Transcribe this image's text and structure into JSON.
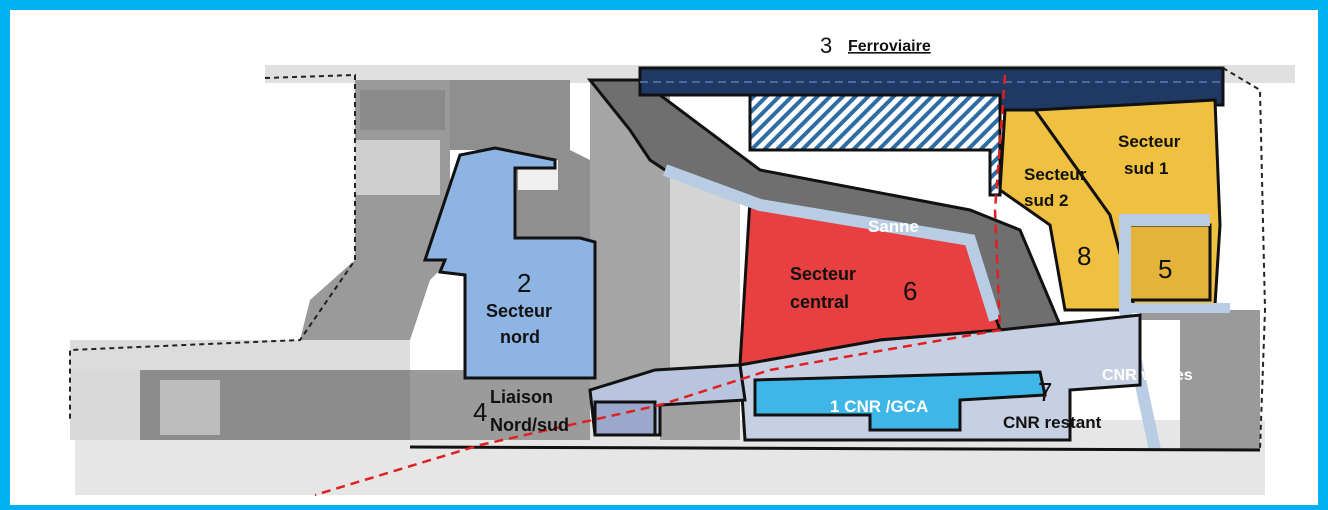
{
  "colors": {
    "frame": "#00b0f0",
    "ferroviaire": "#1f3864",
    "secteur_nord": "#8eb4e3",
    "secteur_central": "#e84040",
    "secteur_sud": "#f0c040",
    "cnr_gca": "#3fb6e8",
    "cnr_restant": "#c7cfe3",
    "voiries": "#b8cce4",
    "grey_zone": "#8c8c8c",
    "dark_zone": "#6e6e6e",
    "route_line": "#e02020"
  },
  "zones": {
    "ferroviaire": {
      "number": "3",
      "label": "Ferroviaire"
    },
    "secteur_nord": {
      "number": "2",
      "line1": "Secteur",
      "line2": "nord"
    },
    "liaison": {
      "number": "4",
      "line1": "Liaison",
      "line2": "Nord/sud"
    },
    "secteur_central": {
      "number": "6",
      "line1": "Secteur",
      "line2": "central"
    },
    "sanne": {
      "label": "Sanne"
    },
    "secteur_sud_2": {
      "number": "8",
      "line1": "Secteur",
      "line2": "sud 2"
    },
    "secteur_sud_1": {
      "line1": "Secteur",
      "line2": "sud 1"
    },
    "zone_5": {
      "number": "5"
    },
    "cnr_gca": {
      "label": "1 CNR /GCA"
    },
    "cnr_restant": {
      "number": "7",
      "label": "CNR restant"
    },
    "cnr_voiries": {
      "label": "CNR voiries"
    }
  },
  "icons": {
    "hatch": "hatch-pattern-icon"
  }
}
